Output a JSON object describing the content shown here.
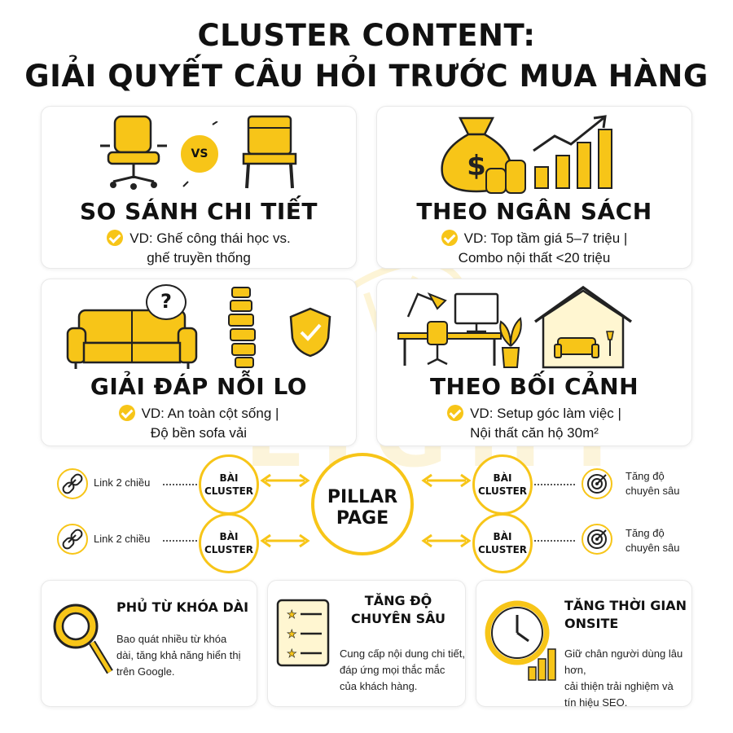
{
  "title": {
    "line1": "CLUSTER CONTENT:",
    "line2": "GIẢI QUYẾT CÂU HỎI TRƯỚC MUA HÀNG"
  },
  "colors": {
    "accent": "#f7c518",
    "text": "#151515"
  },
  "cards": [
    {
      "heading": "SO SÁNH CHI TIẾT",
      "lines": [
        "VD: Ghế công thái học vs.",
        "ghế truyền thống"
      ],
      "vs_label": "VS",
      "icons": [
        "office-chair-icon",
        "wooden-chair-icon"
      ]
    },
    {
      "heading": "THEO NGÂN SÁCH",
      "lines": [
        "VD: Top tầm giá 5–7 triệu |",
        "Combo nội thất <20 triệu"
      ],
      "icons": [
        "money-bag-icon",
        "coins-icon",
        "growth-chart-icon"
      ]
    },
    {
      "heading": "GIẢI ĐÁP NỖI LO",
      "lines": [
        "VD: An toàn cột sống |",
        "Độ bền sofa vải"
      ],
      "question_mark": "?",
      "icons": [
        "sofa-icon",
        "spine-icon",
        "shield-check-icon"
      ]
    },
    {
      "heading": "THEO BỐI CẢNH",
      "lines": [
        "VD: Setup góc làm việc |",
        "Nội thất căn hộ 30m²"
      ],
      "icons": [
        "desk-setup-icon",
        "plant-icon",
        "house-icon"
      ]
    }
  ],
  "diagram": {
    "pillar_line1": "PILLAR",
    "pillar_line2": "PAGE",
    "cluster_line1": "BÀI",
    "cluster_line2": "CLUSTER",
    "left_label": "Link 2 chiều",
    "right_label_line1": "Tăng độ",
    "right_label_line2": "chuyên sâu"
  },
  "benefits": [
    {
      "title_lines": [
        "PHỦ TỪ KHÓA DÀI"
      ],
      "desc_lines": [
        "Bao quát nhiều từ khóa",
        "dài, tăng khả năng hiển thị",
        "trên Google."
      ],
      "icon": "magnifier-icon"
    },
    {
      "title_lines": [
        "TĂNG ĐỘ",
        "CHUYÊN SÂU"
      ],
      "desc_lines": [
        "Cung cấp nội dung chi tiết,",
        "đáp ứng mọi thắc mắc",
        "của khách hàng."
      ],
      "icon": "star-list-icon"
    },
    {
      "title_lines": [
        "TĂNG THỜI GIAN",
        "ONSITE"
      ],
      "desc_lines": [
        "Giữ chân người dùng lâu hơn,",
        "cải thiện trải nghiệm và",
        "tín hiệu SEO."
      ],
      "icon": "clock-chart-icon"
    }
  ],
  "watermark": "LIGHT"
}
